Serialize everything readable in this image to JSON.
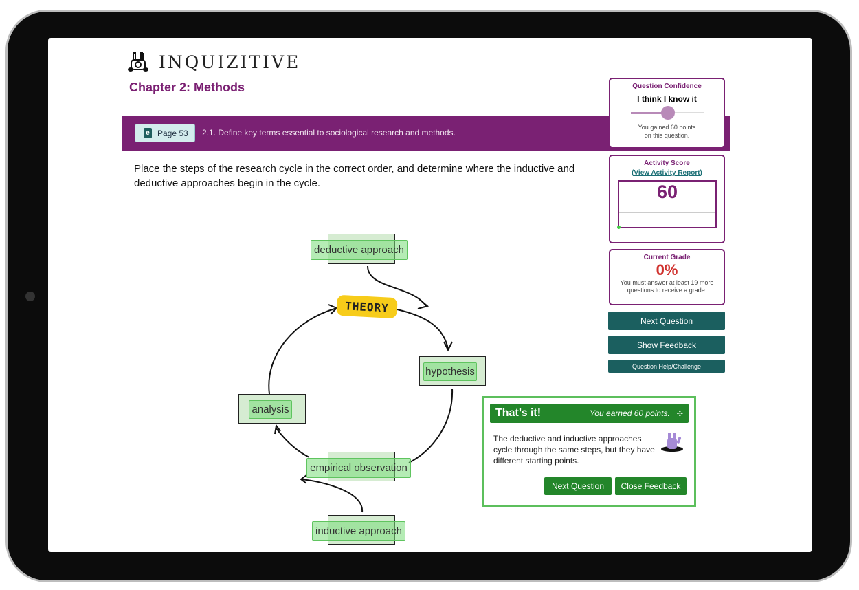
{
  "header": {
    "logo_text": "INQUIZITIVE",
    "chapter": "Chapter 2: Methods"
  },
  "objective_bar": {
    "page_button": "Page 53",
    "objective": "2.1. Define key terms essential to sociological research and methods."
  },
  "question": "Place the steps of the research cycle in the correct order, and determine where the inductive and deductive approaches begin in the cycle.",
  "diagram": {
    "theory": "THEORY",
    "labels": {
      "deductive": "deductive approach",
      "hypothesis": "hypothesis",
      "analysis": "analysis",
      "empirical": "empirical observation",
      "inductive": "inductive approach"
    }
  },
  "confidence": {
    "title": "Question Confidence",
    "level": "I think I know it",
    "slider_fraction": 0.5,
    "note_line1": "You gained 60 points",
    "note_line2": "on this question."
  },
  "activity": {
    "title": "Activity Score",
    "link": "(View Activity Report)",
    "score": "60"
  },
  "grade": {
    "title": "Current Grade",
    "value": "0%",
    "note_line1": "You must answer at least 19 more",
    "note_line2": "questions to receive a grade."
  },
  "buttons": {
    "next": "Next Question",
    "feedback": "Show Feedback",
    "help": "Question Help/Challenge"
  },
  "feedback": {
    "title": "That’s it!",
    "points": "You earned 60 points.",
    "body": "The deductive and inductive approaches cycle through the same steps, but they have different starting points.",
    "next": "Next Question",
    "close": "Close Feedback"
  },
  "colors": {
    "brand": "#7a2173",
    "teal": "#1b5f5f",
    "green": "#23862a",
    "red": "#d0312d"
  }
}
